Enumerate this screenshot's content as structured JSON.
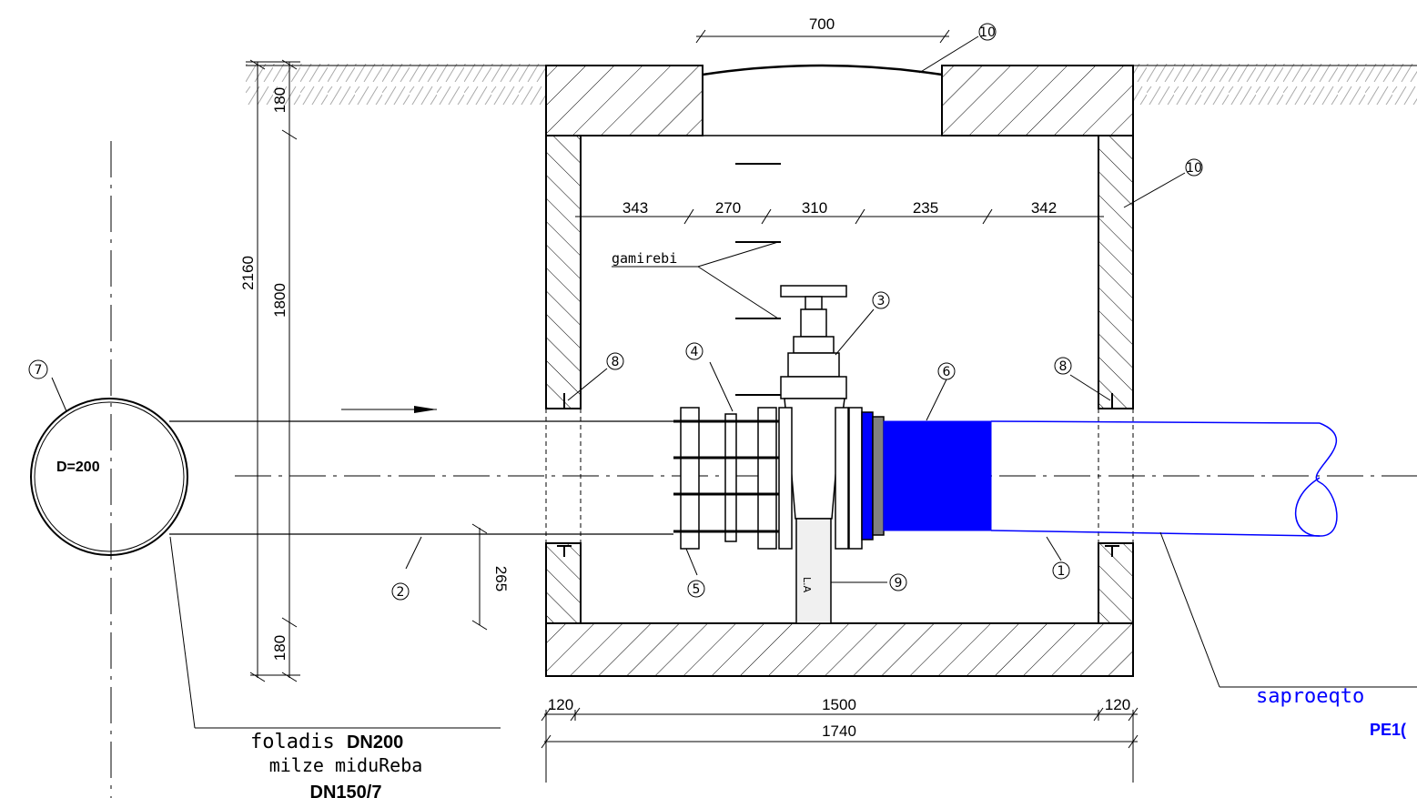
{
  "dimensions": {
    "top_width": "700",
    "total_height": "2160",
    "top_cover": "180",
    "inner_height": "1800",
    "bottom_slab": "180",
    "seg_1": "343",
    "seg_2": "270",
    "seg_3": "310",
    "seg_4": "235",
    "seg_5": "342",
    "support_height": "265",
    "wall_left": "120",
    "inner_width": "1500",
    "wall_right": "120",
    "total_width": "1740"
  },
  "labels": {
    "gamirebi": "gamirebi",
    "pipe_diameter": "D=200",
    "left_note_prefix": "foladis ",
    "left_note_bold": "DN200",
    "left_note_line2": "milze miduReba",
    "left_note_line3": "DN150/7",
    "right_note_line1": "saproeqto",
    "right_note_line2": "PE1("
  },
  "callouts": {
    "c1": "1",
    "c2": "2",
    "c3": "3",
    "c4": "4",
    "c5": "5",
    "c6": "6",
    "c7": "7",
    "c8": "8",
    "c9": "9",
    "c10": "10"
  },
  "colors": {
    "line": "#000000",
    "pe_pipe": "#0000ff",
    "flange_adapter": "#808080",
    "concrete_support": "#f0f0f0"
  }
}
